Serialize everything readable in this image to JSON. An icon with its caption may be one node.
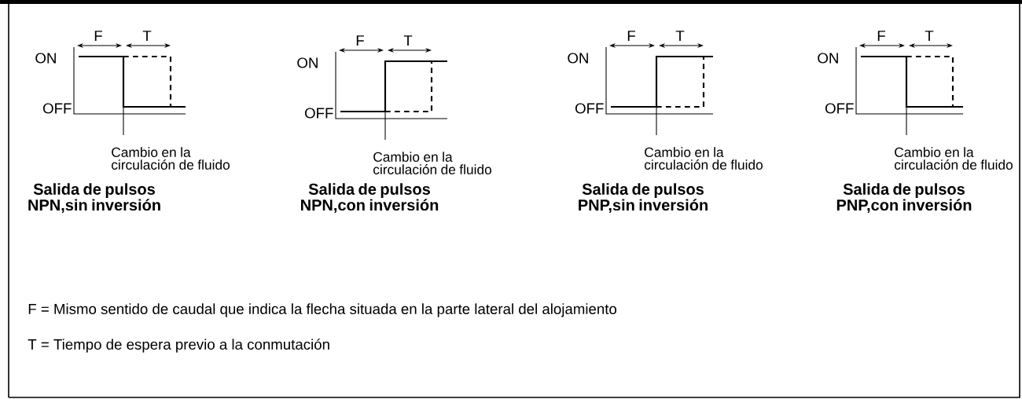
{
  "diagram": {
    "labels": [
      "F",
      "T",
      "ON",
      "OFF",
      "Cambio en la circulación de fluido",
      "Salida de pulsos NPN,sin inversión",
      "F",
      "T",
      "ON",
      "OFF",
      "Cambio en la circulación de fluido",
      "Salida de pulsos NPN,con inversión",
      "F",
      "T",
      "ON",
      "OFF",
      "Cambio en la circulación de fluido",
      "Salida de pulsos PNP,sin inversión",
      "F",
      "T",
      "ON",
      "OFF",
      "Cambio en la circulación de fluido",
      "Salida de pulsos PNP,con inversión",
      "F = Mismo sentido de caudal que indica la flecha situada en la parte lateral del alojamiento",
      "T = Tiempo de espera previo a la conmutación"
    ]
  }
}
